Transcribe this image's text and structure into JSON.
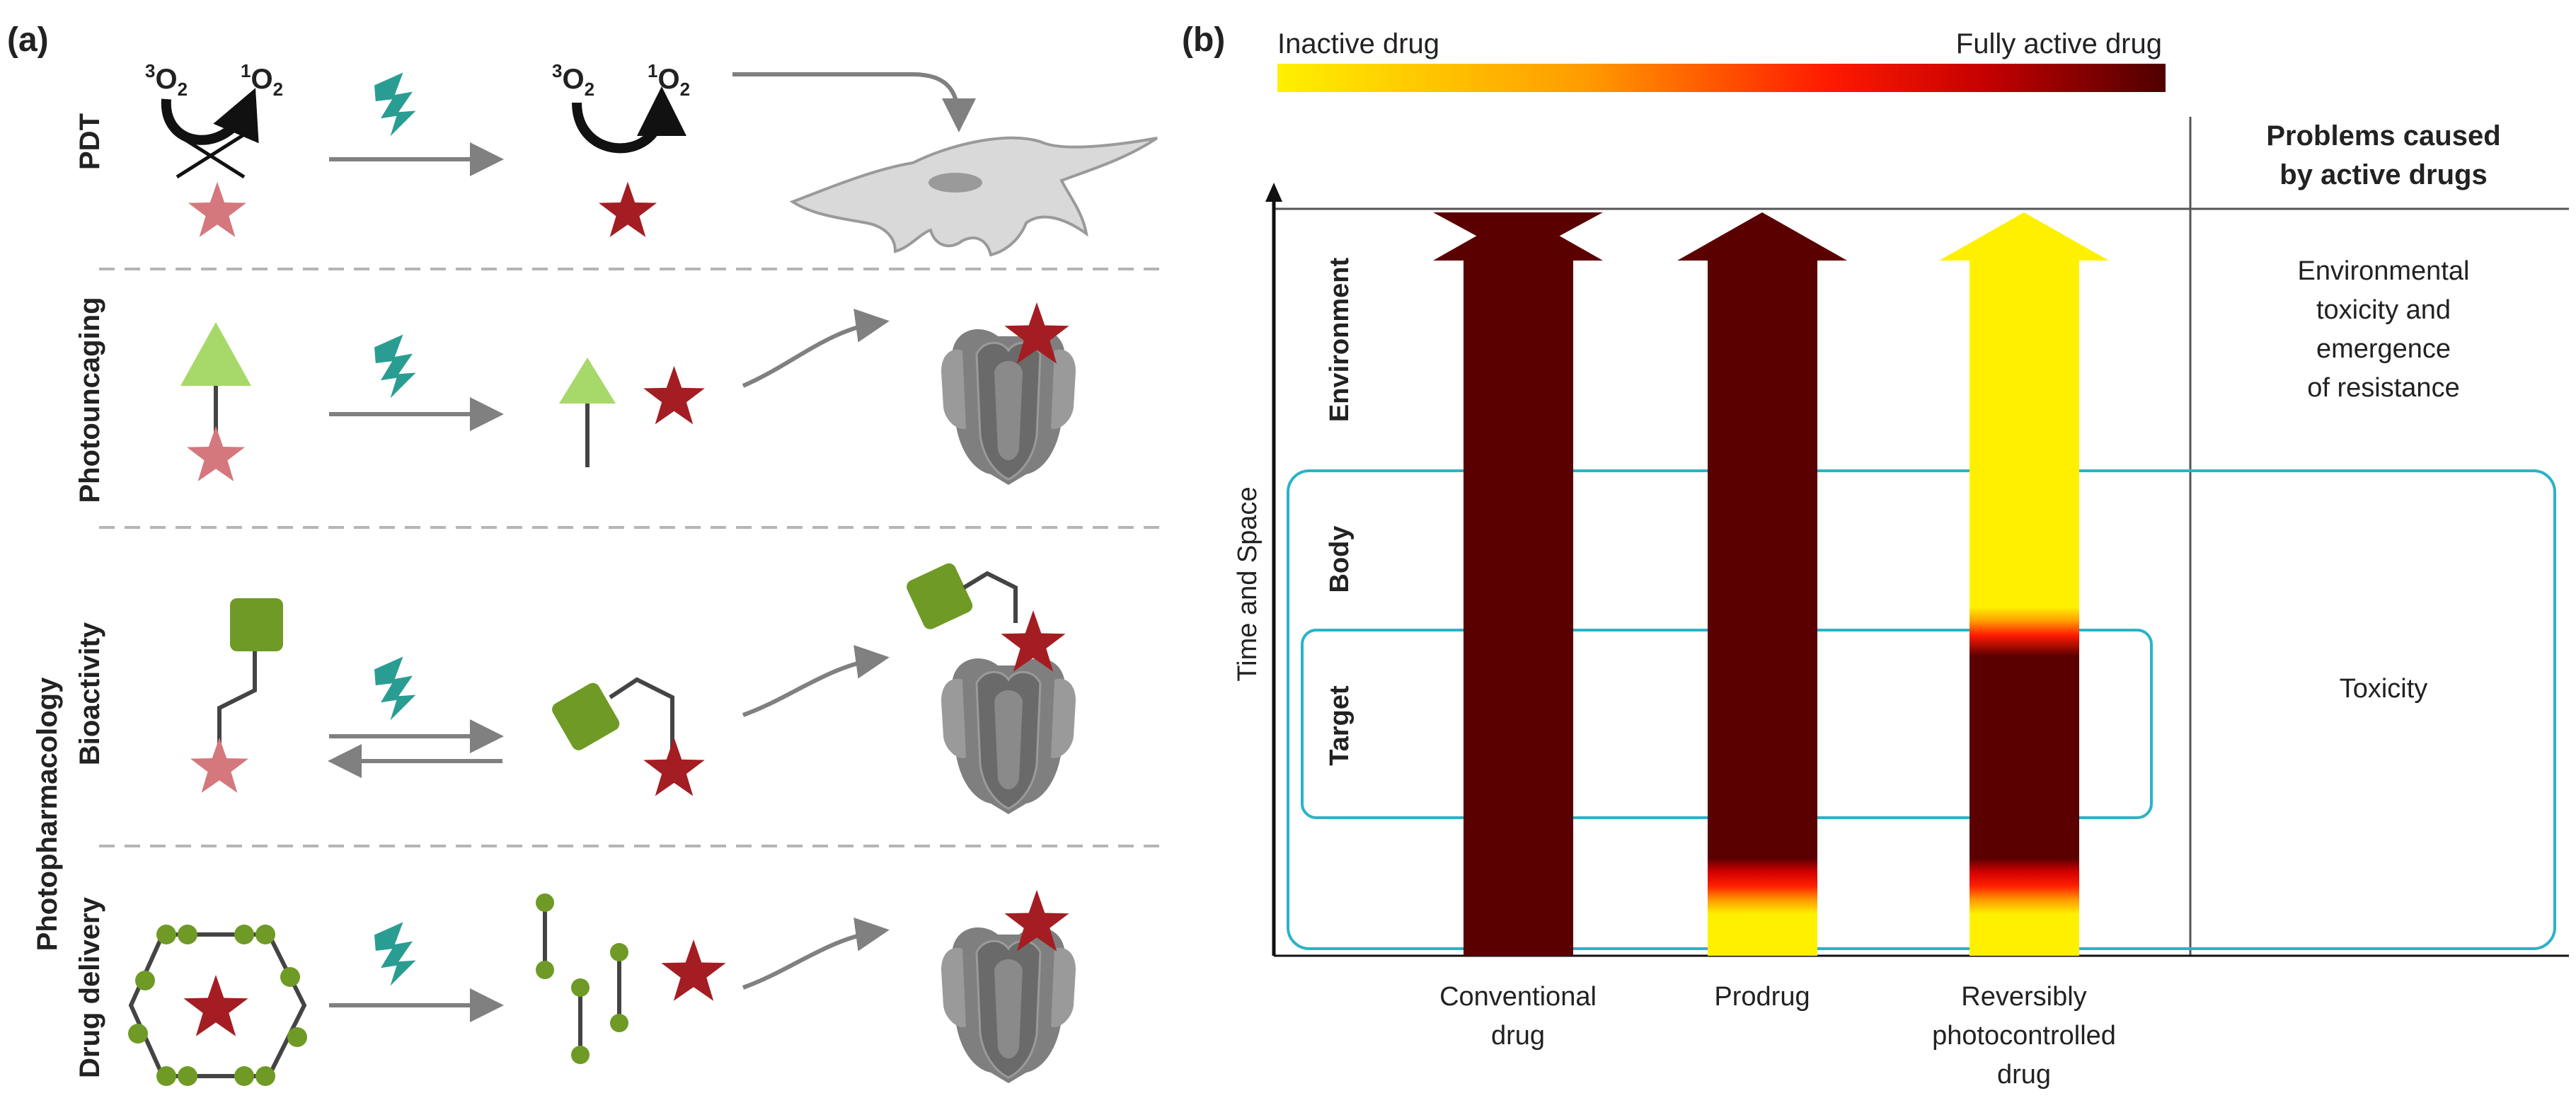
{
  "panel_a": {
    "label": "(a)",
    "rows": {
      "pdt": "PDT",
      "photouncaging": "Photouncaging",
      "bioactivity": "Bioactivity",
      "photopharmacology": "Photopharmacology",
      "drug_delivery": "Drug delivery"
    },
    "oxygen": {
      "triplet_sup": "3",
      "singlet_sup": "1",
      "o_letter": "O",
      "sub": "2"
    }
  },
  "panel_b": {
    "label": "(b)",
    "gradient_left": "Inactive drug",
    "gradient_right": "Fully active drug",
    "gradient_colors": [
      "#fff000",
      "#ff9000",
      "#ff1a00",
      "#d40000",
      "#5a0000"
    ],
    "axis_label": "Time and Space",
    "levels": {
      "environment": "Environment",
      "body": "Body",
      "target": "Target"
    },
    "problems_header_line1": "Problems caused",
    "problems_header_line2": "by active drugs",
    "problem_env_lines": [
      "Environmental",
      "toxicity and",
      "emergence",
      "of resistance"
    ],
    "problem_toxicity": "Toxicity",
    "categories": {
      "conventional": [
        "Conventional",
        "drug"
      ],
      "prodrug": [
        "Prodrug"
      ],
      "reversible": [
        "Reversibly",
        "photocontrolled",
        "drug"
      ]
    }
  }
}
